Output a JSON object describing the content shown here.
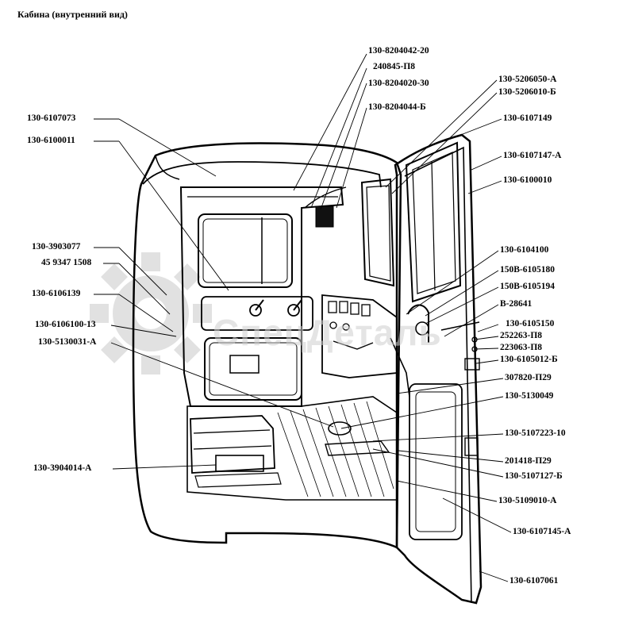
{
  "title": "Кабина (внутренний вид)",
  "watermark": {
    "text": "СпецДеталь",
    "color": "#cfcfcf",
    "icon": "gear-icon"
  },
  "labels": [
    "130-8204042-20",
    "240845-П8",
    "130-8204020-30",
    "130-8204044-Б",
    "130-5206050-А",
    "130-5206010-Б",
    "130-6107149",
    "130-6107147-А",
    "130-6100010",
    "130-6107073",
    "130-6100011",
    "130-3903077",
    "45 9347 1508",
    "130-6106139",
    "130-6106100-13",
    "130-5130031-А",
    "130-6104100",
    "150В-6105180",
    "150В-6105194",
    "В-28641",
    "130-6105150",
    "252263-П8",
    "223063-П8",
    "130-6105012-Б",
    "307820-П29",
    "130-5130049",
    "130-5107223-10",
    "201418-П29",
    "130-5107127-Б",
    "130-5109010-А",
    "130-3904014-А",
    "130-6107145-А",
    "130-6107061"
  ]
}
